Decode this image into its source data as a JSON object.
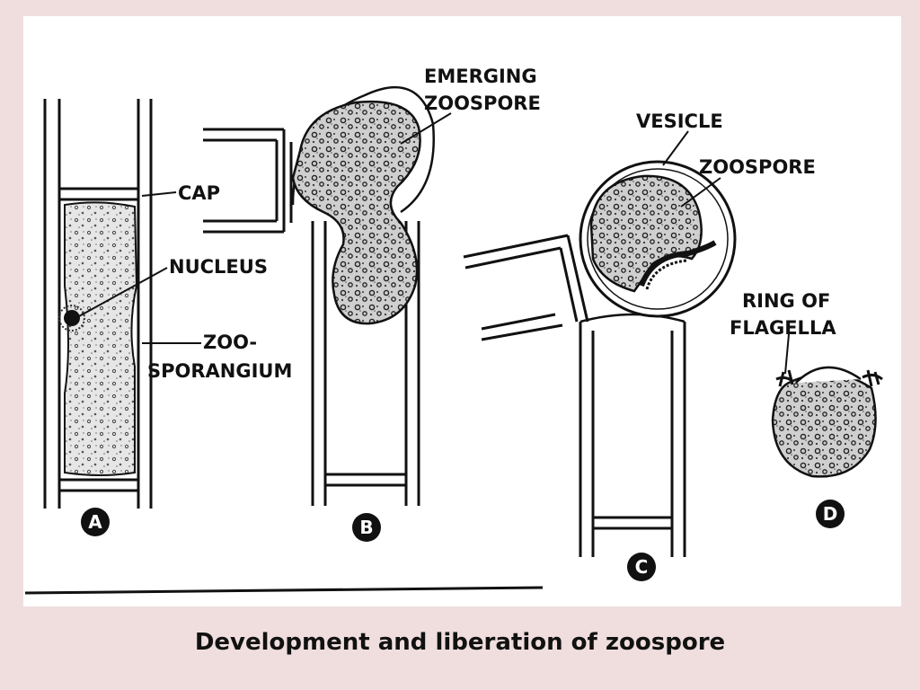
{
  "caption": "Development and liberation of zoospore",
  "labels": {
    "cap": "CAP",
    "nucleus": "NUCLEUS",
    "zoosporangium_line1": "ZOO-",
    "zoosporangium_line2": "SPORANGIUM",
    "emerging_line1": "EMERGING",
    "emerging_line2": "ZOOSPORE",
    "vesicle": "VESICLE",
    "zoospore": "ZOOSPORE",
    "ring_line1": "RING OF",
    "ring_line2": "FLAGELLA"
  },
  "stages": {
    "a": "A",
    "b": "B",
    "c": "C",
    "d": "D"
  },
  "colors": {
    "background": "#f0dede",
    "panel": "#ffffff",
    "ink": "#111111"
  }
}
